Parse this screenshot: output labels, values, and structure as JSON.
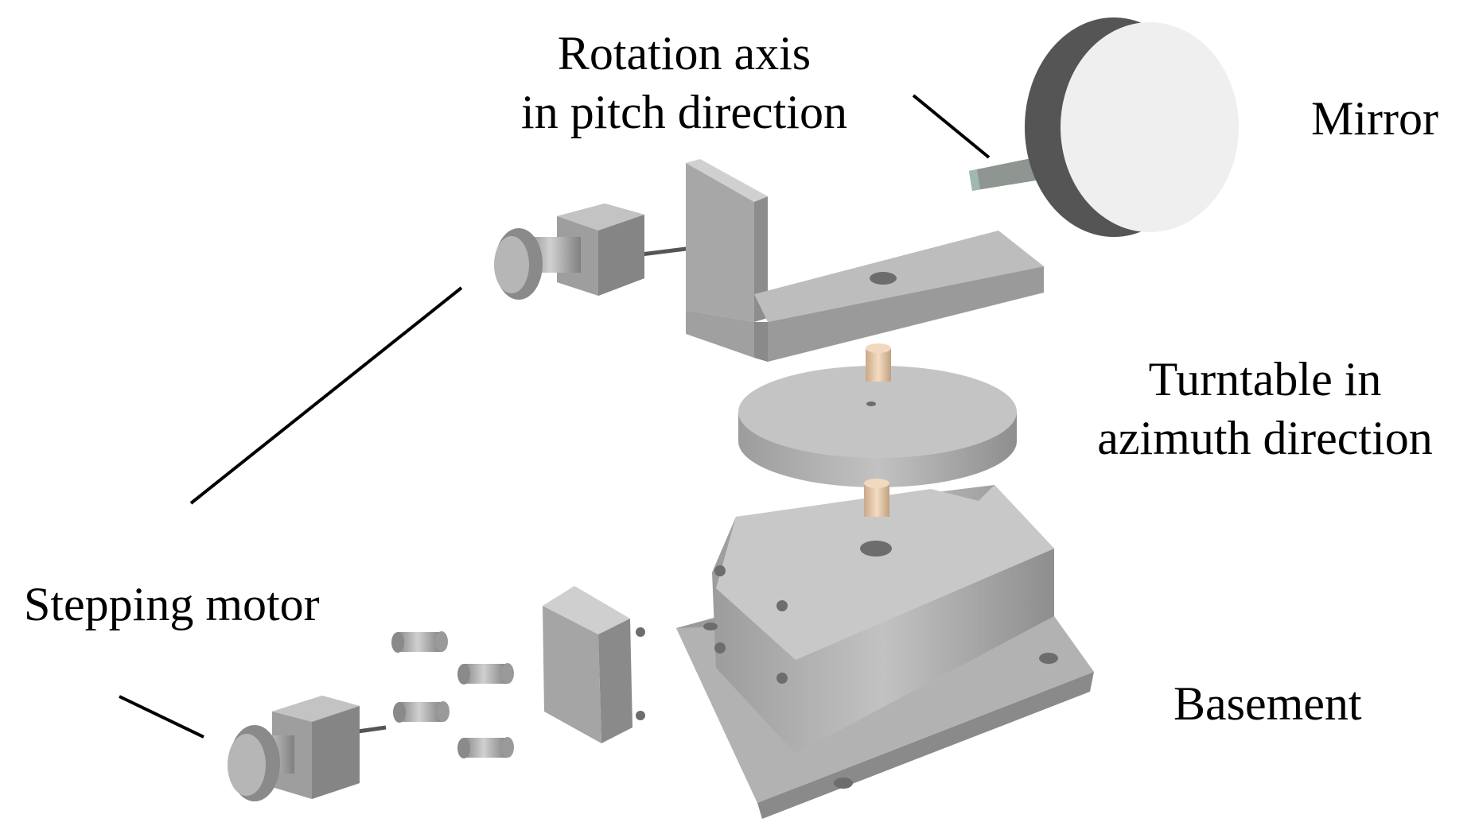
{
  "labels": {
    "rotation_line1": "Rotation axis",
    "rotation_line2": "in pitch direction",
    "mirror": "Mirror",
    "turntable_line1": "Turntable in",
    "turntable_line2": "azimuth direction",
    "stepping_motor": "Stepping motor",
    "basement": "Basement"
  },
  "colors": {
    "metal": "#a8a8a8",
    "metal_dark": "#7d7d7d",
    "metal_light": "#cfcfcf",
    "shaft": "#e8c8a8",
    "mirror_face": "#efefef",
    "leader": "#000000"
  }
}
